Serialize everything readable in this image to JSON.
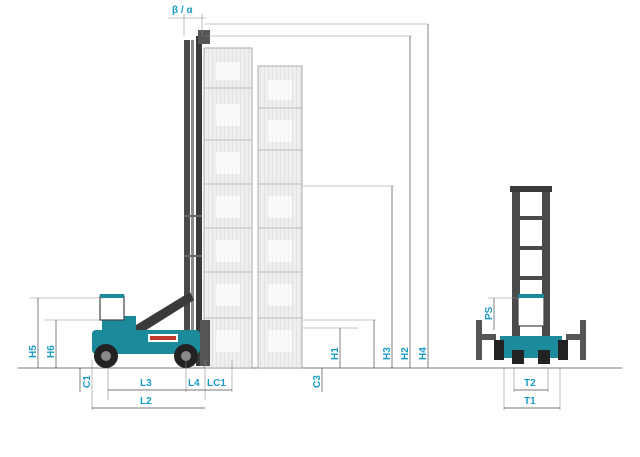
{
  "labels": {
    "beta_alpha": "β / α",
    "H5": "H5",
    "H6": "H6",
    "C1": "C1",
    "L3": "L3",
    "L4": "L4",
    "LC1": "LC1",
    "L2": "L2",
    "H1": "H1",
    "C3": "C3",
    "H3": "H3",
    "H2": "H2",
    "H4": "H4",
    "PS": "PS",
    "T2": "T2",
    "T1": "T1"
  },
  "colors": {
    "machine_teal": "#1b8a9a",
    "dimension_text": "#1a9cc6",
    "container": "#e4e4e4",
    "mast": "#3a3a3a"
  }
}
